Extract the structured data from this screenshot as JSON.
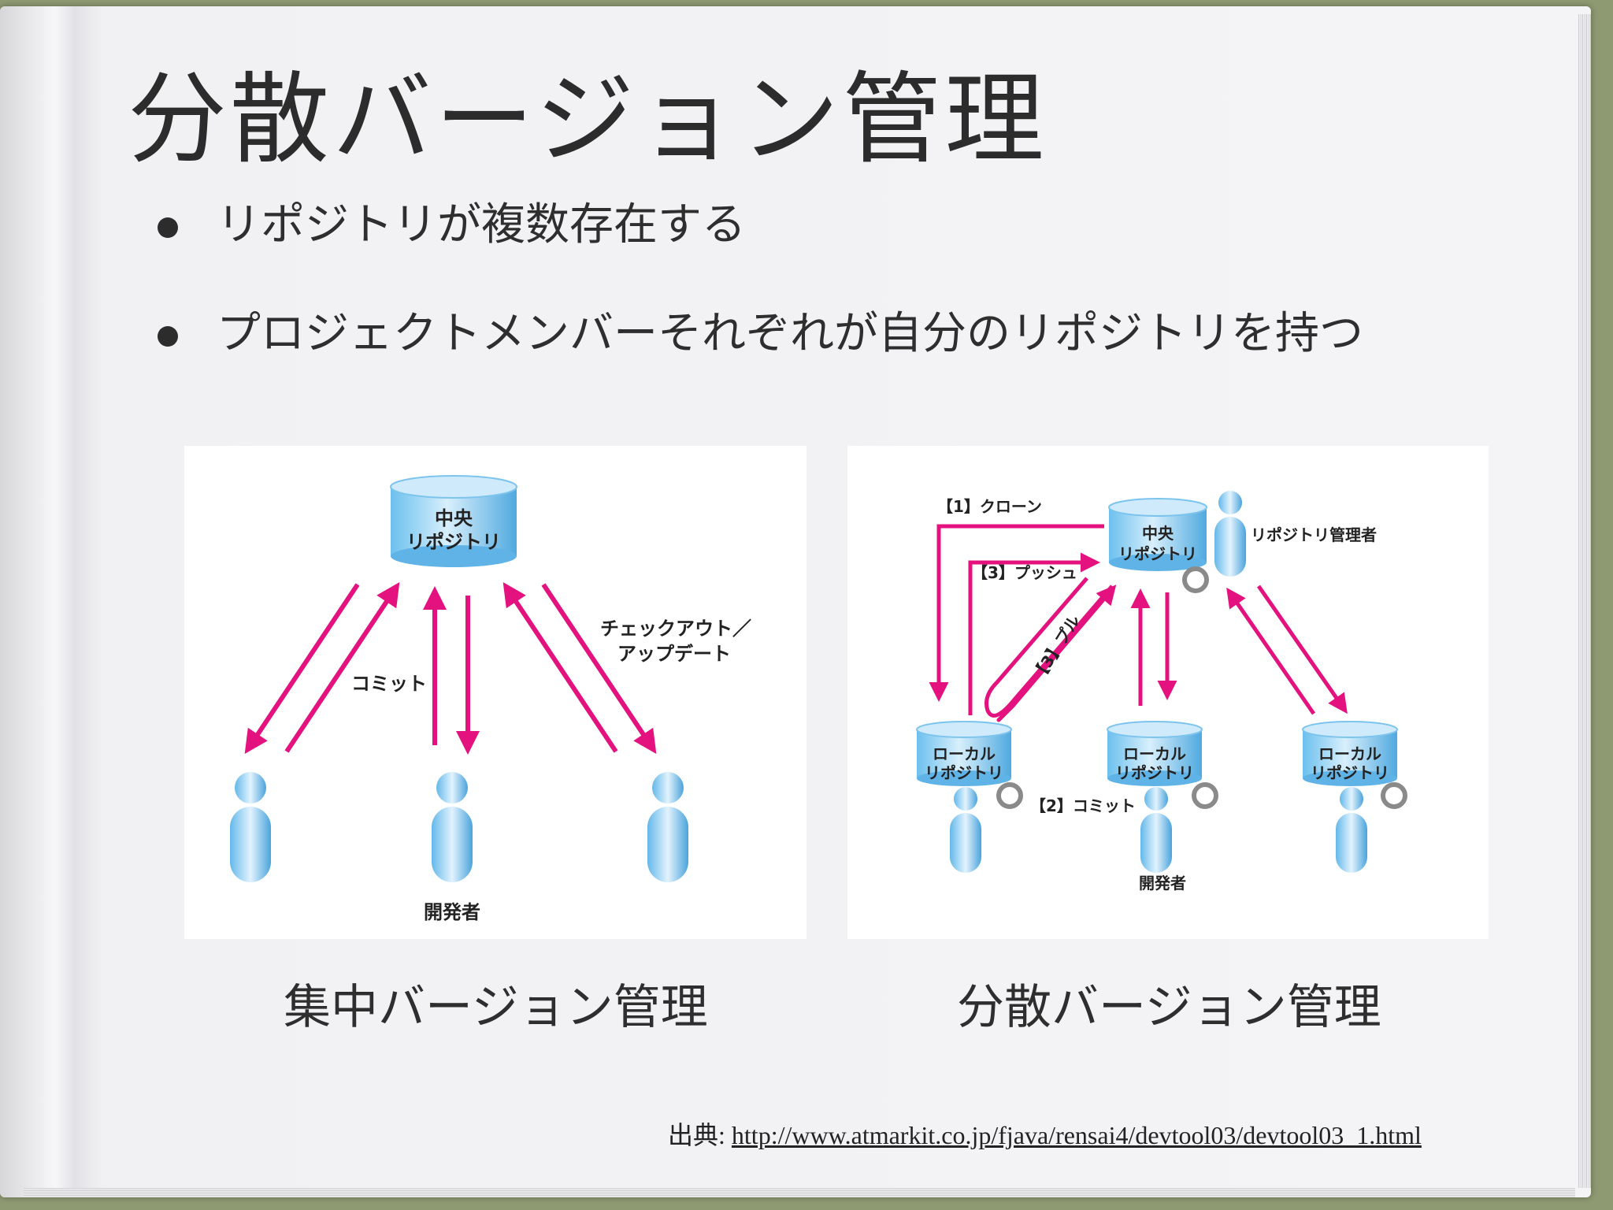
{
  "slide": {
    "title": "分散バージョン管理",
    "bullets": [
      "リポジトリが複数存在する",
      "プロジェクトメンバーそれぞれが自分のリポジトリを持つ"
    ]
  },
  "diagram_centralized": {
    "repo_line1": "中央",
    "repo_line2": "リポジトリ",
    "commit_label": "コミット",
    "checkout_line1": "チェックアウト／",
    "checkout_line2": "アップデート",
    "developers_label": "開発者",
    "caption": "集中バージョン管理"
  },
  "diagram_distributed": {
    "central_line1": "中央",
    "central_line2": "リポジトリ",
    "admin_label": "リポジトリ管理者",
    "clone_label": "【1】クローン",
    "push_label": "【3】プッシュ",
    "pull_label": "【3】プル",
    "commit_label": "【2】コミット",
    "local_line1": "ローカル",
    "local_line2": "リポジトリ",
    "developers_label": "開発者",
    "caption": "分散バージョン管理"
  },
  "source": {
    "prefix": "出典: ",
    "url": "http://www.atmarkit.co.jp/fjava/rensai4/devtool03/devtool03_1.html"
  },
  "colors": {
    "arrow": "#e3127f",
    "repo_light": "#cfeafb",
    "repo_dark": "#5fb8ea",
    "text": "#2e2e2e"
  }
}
